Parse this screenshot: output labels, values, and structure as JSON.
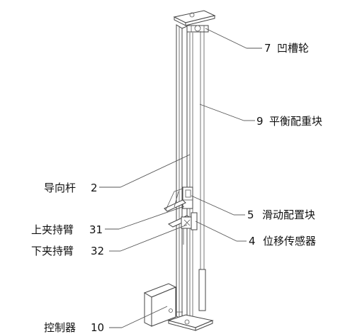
{
  "callouts": {
    "c7": {
      "number": "7",
      "label": "凹槽轮"
    },
    "c9": {
      "number": "9",
      "label": "平衡配重块"
    },
    "c2": {
      "number": "2",
      "label": "导向杆"
    },
    "c5": {
      "number": "5",
      "label": "滑动配置块"
    },
    "c31": {
      "number": "31",
      "label": "上夹持臂"
    },
    "c4": {
      "number": "4",
      "label": "位移传感器"
    },
    "c32": {
      "number": "32",
      "label": "下夹持臂"
    },
    "c10": {
      "number": "10",
      "label": "控制器"
    }
  }
}
